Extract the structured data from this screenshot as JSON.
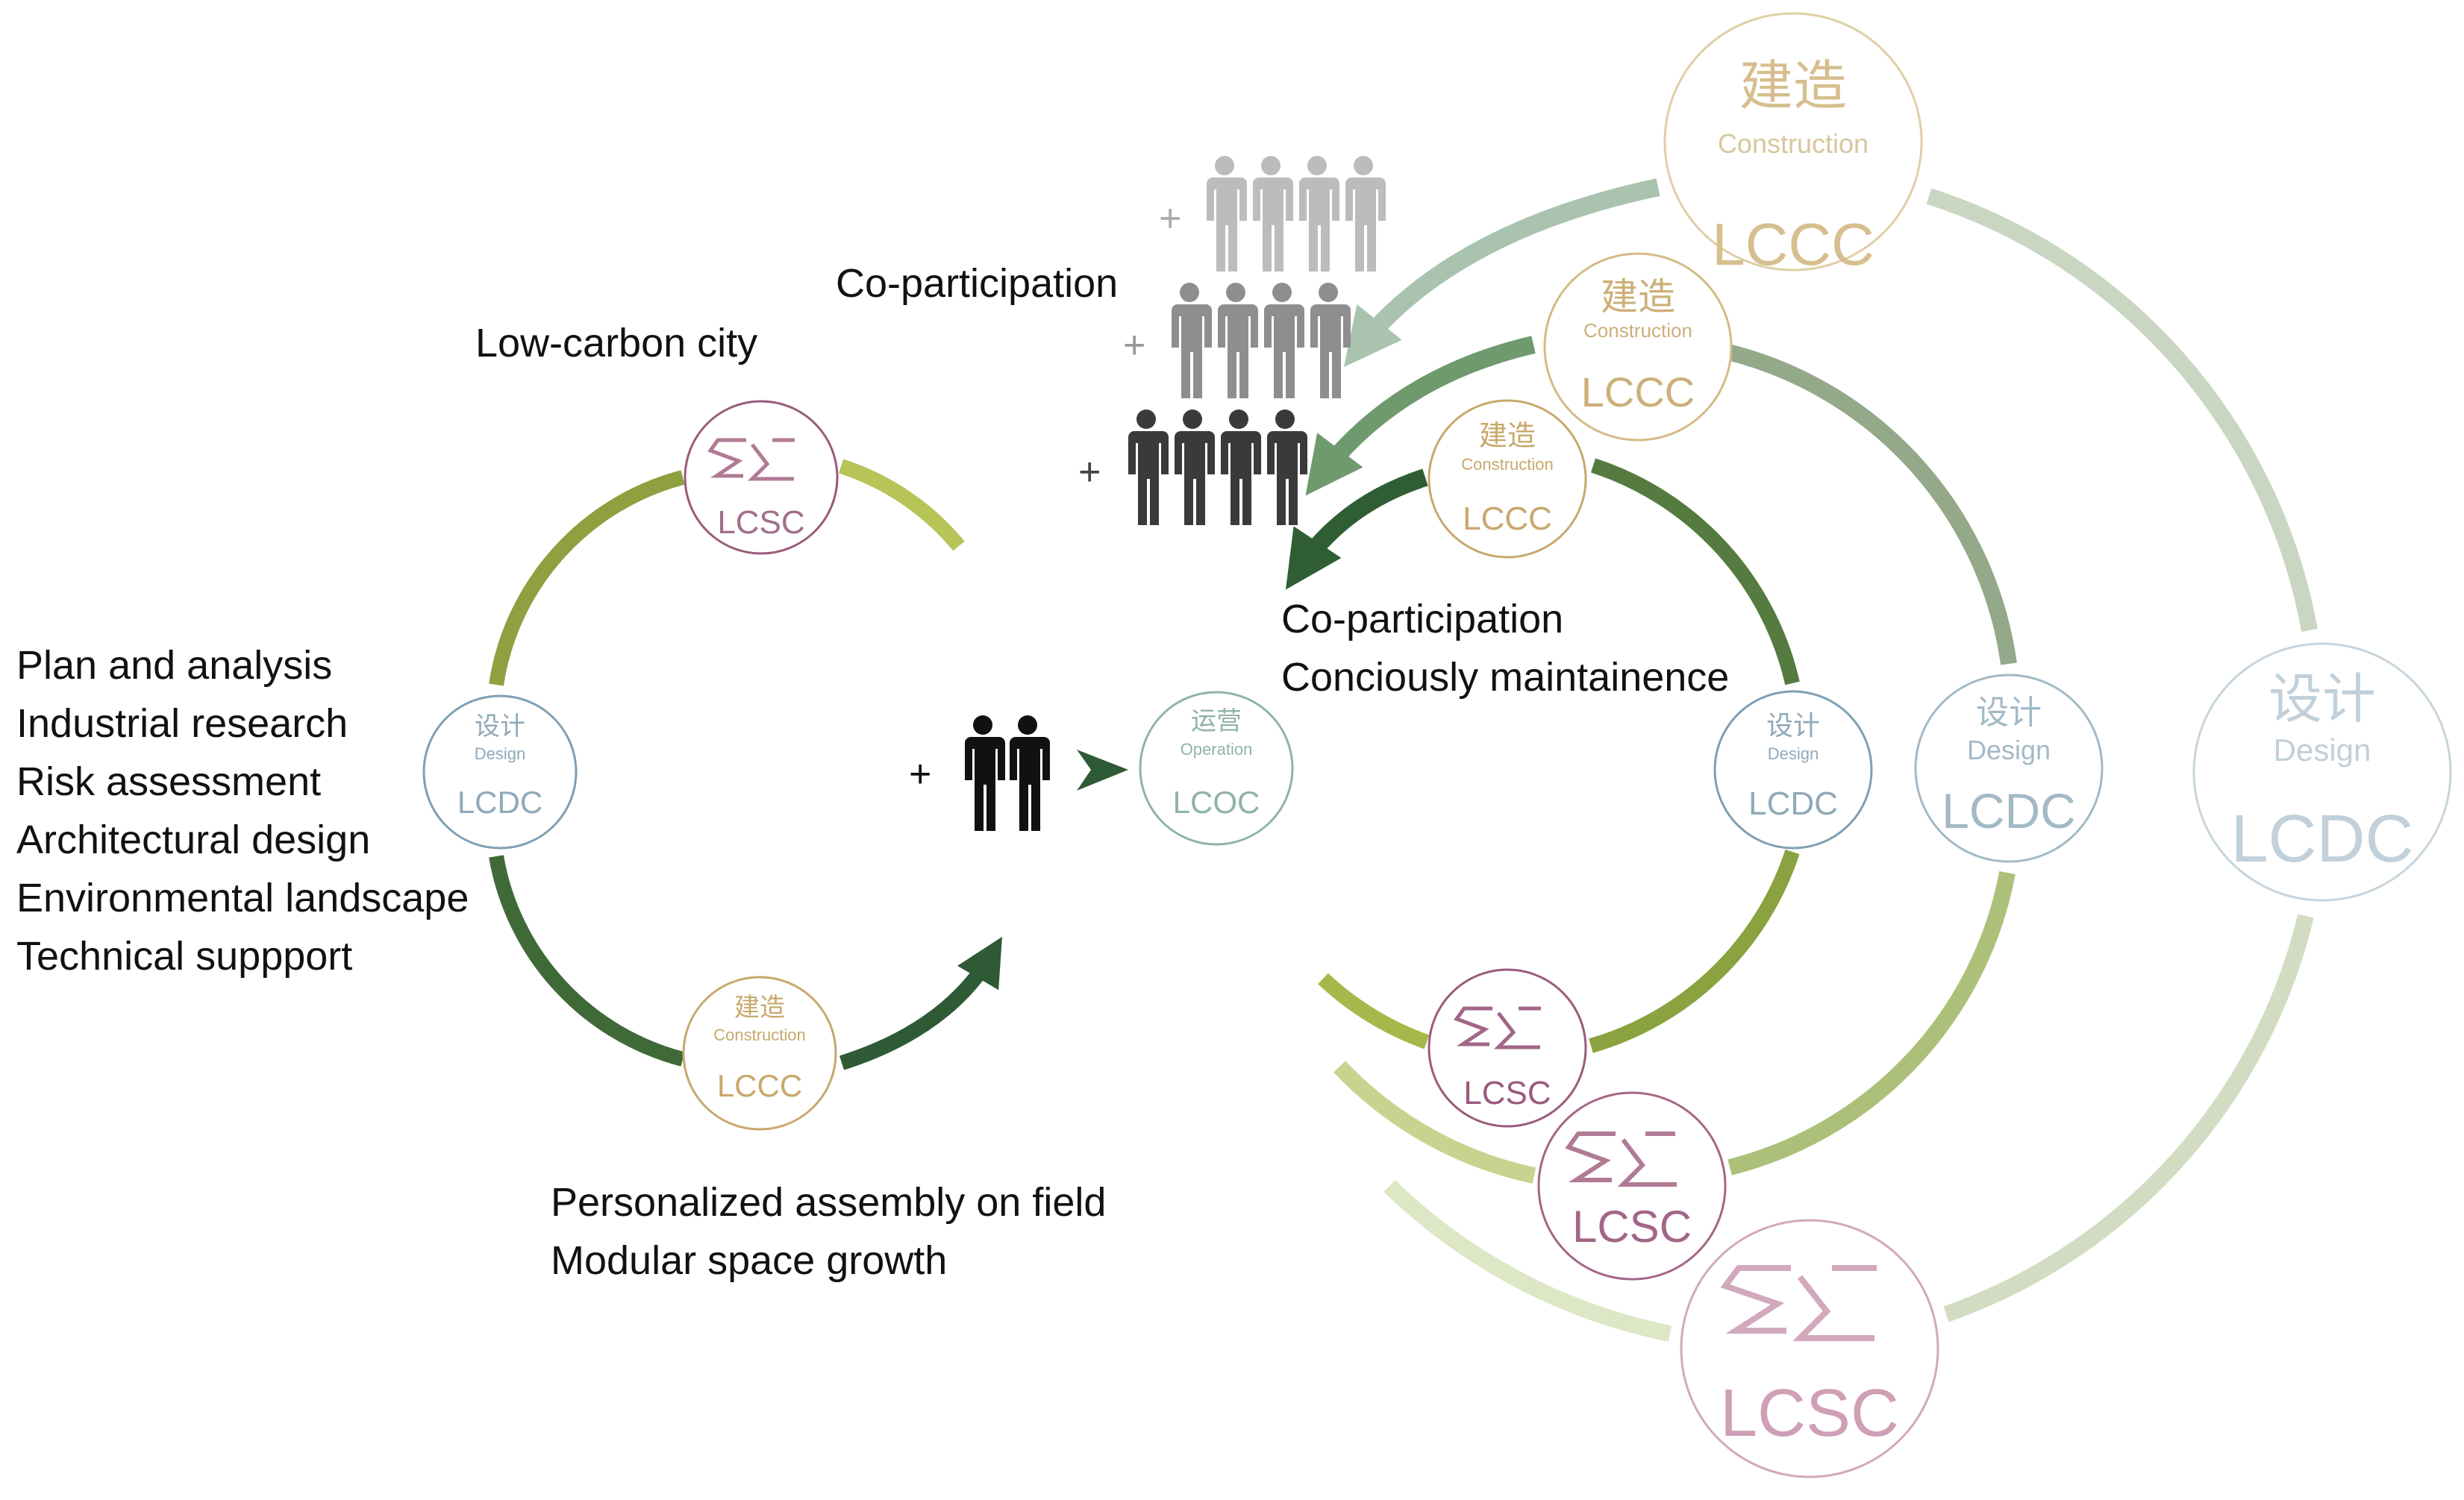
{
  "labels": {
    "low_carbon_city": "Low-carbon city",
    "co_participation_top": "Co-participation",
    "co_participation_mid": "Co-participation",
    "concious_maintainence": "Conciously maintainence",
    "personalized_assembly": "Personalized assembly on field",
    "modular_space_growth": "Modular space growth",
    "plus": "+"
  },
  "process_list": [
    "Plan and analysis",
    "Industrial research",
    "Risk assessment",
    "Architectural design",
    "Environmental landscape",
    "Technical suppport"
  ],
  "nodes": {
    "city_small": {
      "code": "LCSC"
    },
    "design_left": {
      "cn": "设计",
      "en": "Design",
      "code": "LCDC"
    },
    "construct_left": {
      "cn": "建造",
      "en": "Construction",
      "code": "LCCC"
    },
    "operation": {
      "cn": "运营",
      "en": "Operation",
      "code": "LCOC"
    },
    "construct_r1": {
      "cn": "建造",
      "en": "Construction",
      "code": "LCCC"
    },
    "construct_r2": {
      "cn": "建造",
      "en": "Construction",
      "code": "LCCC"
    },
    "construct_r3": {
      "cn": "建造",
      "en": "Construction",
      "code": "LCCC"
    },
    "design_r1": {
      "cn": "设计",
      "en": "Design",
      "code": "LCDC"
    },
    "design_r2": {
      "cn": "设计",
      "en": "Design",
      "code": "LCDC"
    },
    "design_r3": {
      "cn": "设计",
      "en": "Design",
      "code": "LCDC"
    },
    "city_r1": {
      "code": "LCSC"
    },
    "city_r2": {
      "code": "LCSC"
    },
    "city_r3": {
      "code": "LCSC"
    }
  },
  "colors": {
    "city": "#9b5a7c",
    "design": "#7f9fb2",
    "construction": "#c8a86c",
    "operation": "#8fb3a8",
    "people_light": "#bcbcbc",
    "people_mid": "#8e8e8e",
    "people_dark": "#3a3a3a",
    "people_black": "#111111"
  },
  "icons": [
    "person-icon",
    "city-logo-icon",
    "arrow-head-icon"
  ]
}
